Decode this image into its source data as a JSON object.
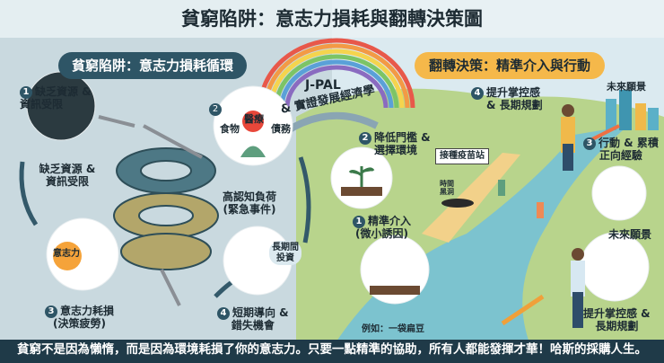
{
  "title": "貧窮陷阱：意志力損耗與翻轉決策圖",
  "left": {
    "heading": "貧窮陷阱：意志力損耗循環",
    "steps": [
      {
        "num": "1",
        "label": "缺乏資源 & 資訊受限",
        "caption": "缺乏資源 & 資訊受限"
      },
      {
        "num": "2",
        "tags": [
          "食物",
          "醫療",
          "債務"
        ],
        "caption_1": "高認知負荷",
        "caption_2": "(緊急事件)"
      },
      {
        "num": "3",
        "balloon": "意志力",
        "caption_1": "意志力耗損",
        "caption_2": "(決策疲勞)"
      },
      {
        "num": "4",
        "thought": "長期間投資",
        "caption_1": "短期導向 &",
        "caption_2": "錯失機會"
      }
    ]
  },
  "bridge": {
    "line1": "J-PAL",
    "line2": "& 實證發展經濟學"
  },
  "right": {
    "heading": "翻轉決策：精準介入與行動",
    "steps": [
      {
        "num": "1",
        "caption_1": "精準介入",
        "caption_2": "(微小誘因)",
        "example": "例如：一袋扁豆"
      },
      {
        "num": "2",
        "caption_1": "降低門檻 &",
        "caption_2": "選擇環境",
        "sign": "接種疫苗站",
        "hole": "時間黑洞"
      },
      {
        "num": "3",
        "caption_1": "行動 & 累積",
        "caption_2": "正向經驗"
      },
      {
        "num": "4",
        "caption_1": "提升掌控感",
        "caption_2": "& 長期規劃",
        "vision": "未來願景"
      }
    ],
    "vision2": "未來願景",
    "bottom_caption_1": "提升掌控感 &",
    "bottom_caption_2": "長期規劃"
  },
  "footer": "貧窮不是因為懶惰，而是因為環境耗損了你的意志力。只要一點精準的協助，所有人都能發揮才華！哈斯的採購人生。",
  "colors": {
    "left_bg": "#c9d9df",
    "right_bg": "#b8d48c",
    "river": "#7cc3cf",
    "footer": "#1f3a48",
    "left_pill": "#2e5566",
    "right_pill": "#f5b84a"
  }
}
